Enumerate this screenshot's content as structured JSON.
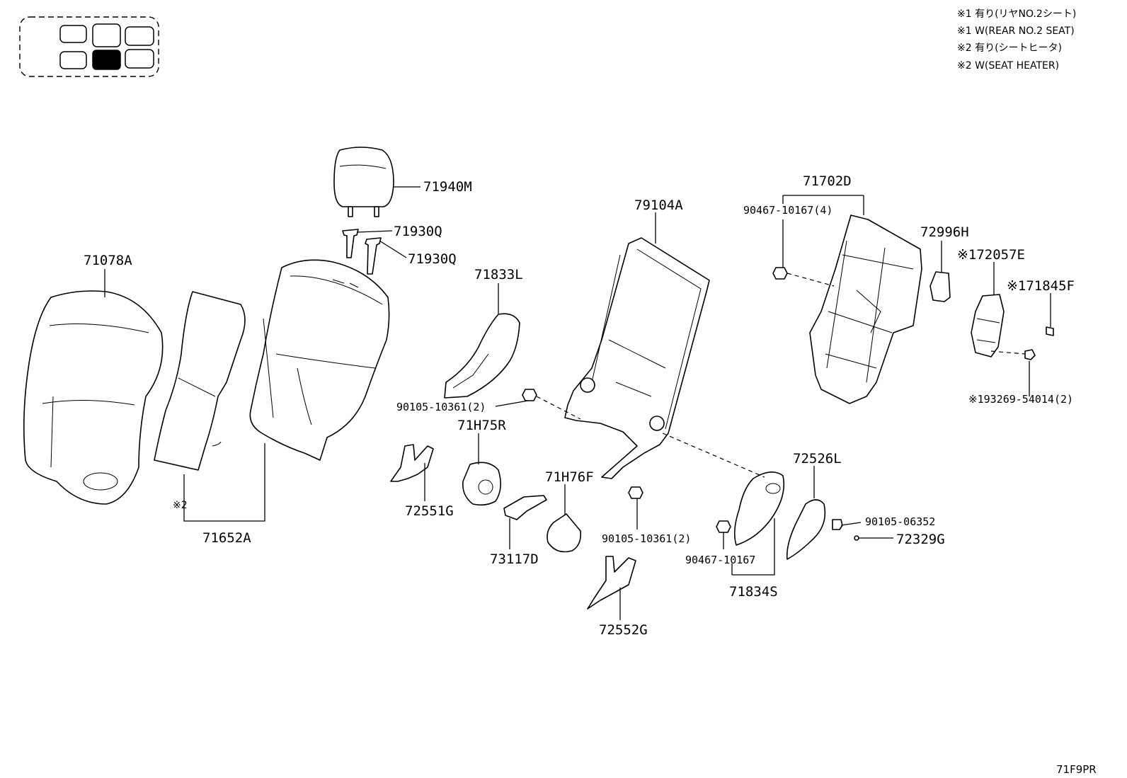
{
  "notes": [
    "※1 有り(リヤNO.2シート)",
    "※1 W(REAR NO.2 SEAT)",
    "※2 有り(シートヒータ)",
    "※2 W(SEAT HEATER)"
  ],
  "diagram_code": "71F9PR",
  "locator": {
    "highlighted_seat": "rear-right-seat",
    "highlight_color": "#000000"
  },
  "labels": {
    "p71940M": "71940M",
    "p71930Q_a": "71930Q",
    "p71930Q_b": "71930Q",
    "p71078A": "71078A",
    "p71833L": "71833L",
    "p79104A": "79104A",
    "p71702D": "71702D",
    "p90467_10167_4": "90467-10167(4)",
    "p72996H": "72996H",
    "p72057E": "※172057E",
    "p71845F": "※171845F",
    "p93269": "※193269-54014(2)",
    "p90105_10361_2_a": "90105-10361(2)",
    "p71H75R": "71H75R",
    "p71H76F": "71H76F",
    "p72526L": "72526L",
    "p72551G": "72551G",
    "p73117D": "73117D",
    "p90105_10361_2_b": "90105-10361(2)",
    "p90105_06352": "90105-06352",
    "p72329G": "72329G",
    "p90467_10167": "90467-10167",
    "p71834S": "71834S",
    "p72552G": "72552G",
    "p71652A": "71652A",
    "heater_ref": "※2"
  }
}
